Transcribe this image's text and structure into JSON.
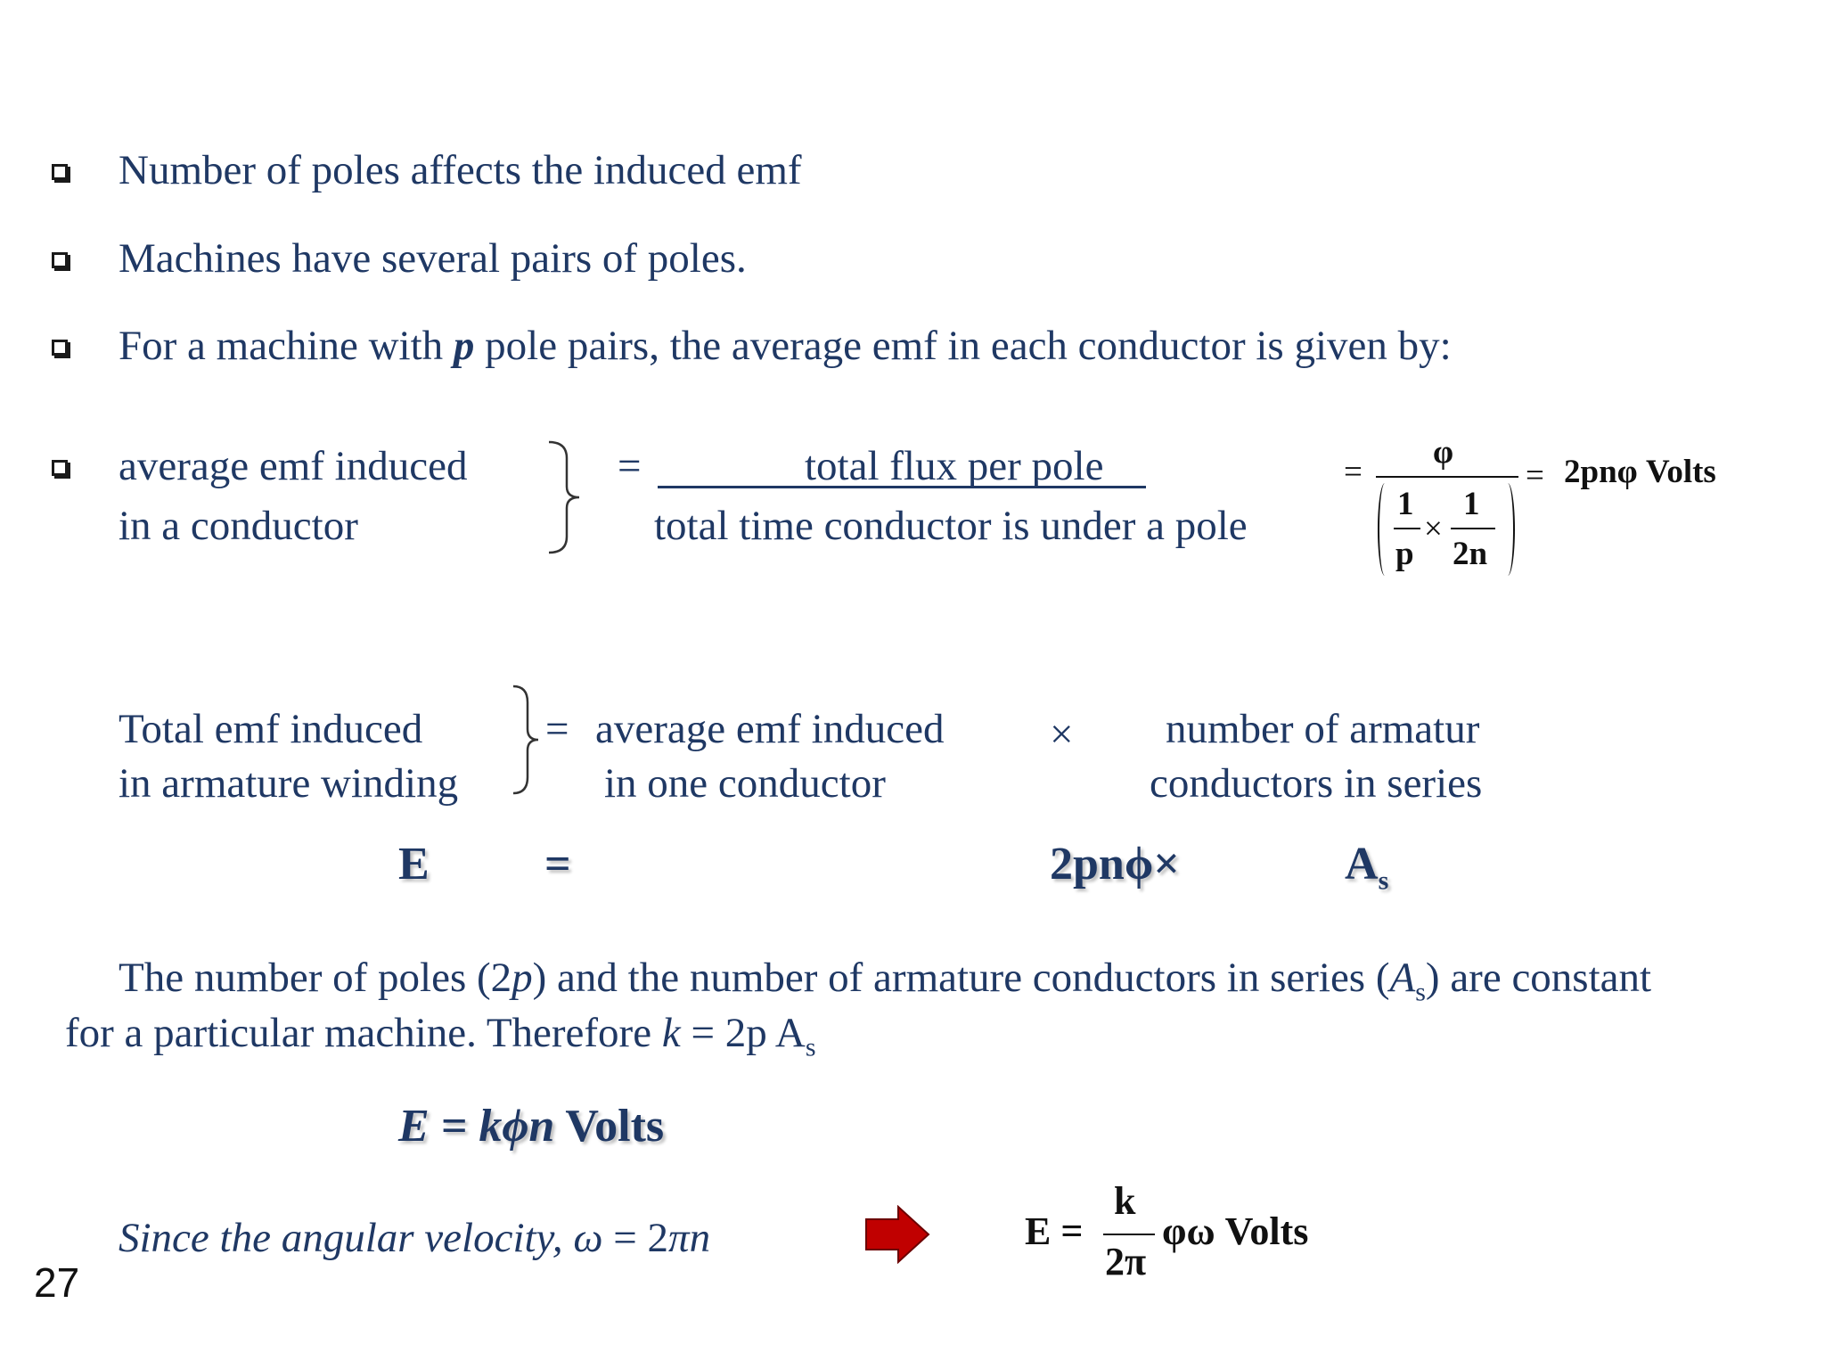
{
  "bullets": [
    "Number of poles affects the induced emf",
    "Machines have several pairs of poles.",
    {
      "pre": "For a machine with ",
      "em": "p",
      "post": " pole pairs, the average emf in each conductor is given by:"
    }
  ],
  "avg_emf": {
    "label_line1": "average emf induced",
    "label_line2": "in a conductor",
    "eq": "=",
    "numerator": "total flux per pole",
    "denominator": "total time conductor is under a pole",
    "formula": {
      "eq1": "=",
      "phi": "φ",
      "one_a": "1",
      "p": "p",
      "times": "×",
      "one_b": "1",
      "two_n": "2n",
      "eq2": "=",
      "result": "2pnφ Volts"
    }
  },
  "total_emf": {
    "label_line1": "Total emf induced",
    "label_line2": "in armature winding",
    "eq": "=",
    "mid_line1": "average emf induced",
    "mid_line2": "in one conductor",
    "times": "×",
    "right_line1": "number of armatur",
    "right_line2": "conductors in series"
  },
  "e_line": {
    "E": "E",
    "eq": "=",
    "term": "2pnϕ×",
    "A": "A",
    "A_sub": "s"
  },
  "paragraph": {
    "line1_a": "The number of poles (2",
    "line1_p": "p",
    "line1_b": ") and the number of armature conductors in series (",
    "line1_A": "A",
    "line1_sub": "s",
    "line1_c": ") are constant",
    "line2_a": "for a particular machine.  Therefore ",
    "line2_k": "k",
    "line2_b": " = 2p A",
    "line2_sub": "s"
  },
  "formula_main": {
    "lhs": "E = kϕn",
    "rhs": " Volts"
  },
  "since": {
    "text": "Since the angular velocity, ",
    "omega": "ω",
    "eq": " = 2",
    "pin": "πn"
  },
  "final": {
    "E": "E =",
    "num": "k",
    "den": "2π",
    "rest": "φω  Volts"
  },
  "page_number": "27",
  "colors": {
    "text": "#1f3864",
    "arrow": "#c00000"
  }
}
